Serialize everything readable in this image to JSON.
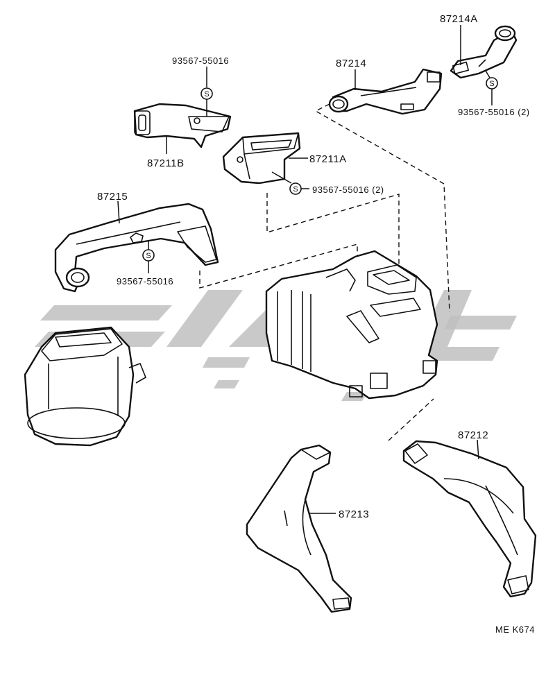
{
  "parts": {
    "p87214A": "87214A",
    "p87214": "87214",
    "p87211A": "87211A",
    "p87211B": "87211B",
    "p87215": "87215",
    "p87212": "87212",
    "p87213": "87213"
  },
  "screws": {
    "top_left": "93567-55016",
    "top_right": "93567-55016 (2)",
    "middle": "93567-55016 (2)",
    "left": "93567-55016"
  },
  "screw_symbol": "S",
  "reference_code": "ME K674",
  "colors": {
    "line": "#111111",
    "watermark": "#bfbfbf",
    "background": "#ffffff"
  }
}
